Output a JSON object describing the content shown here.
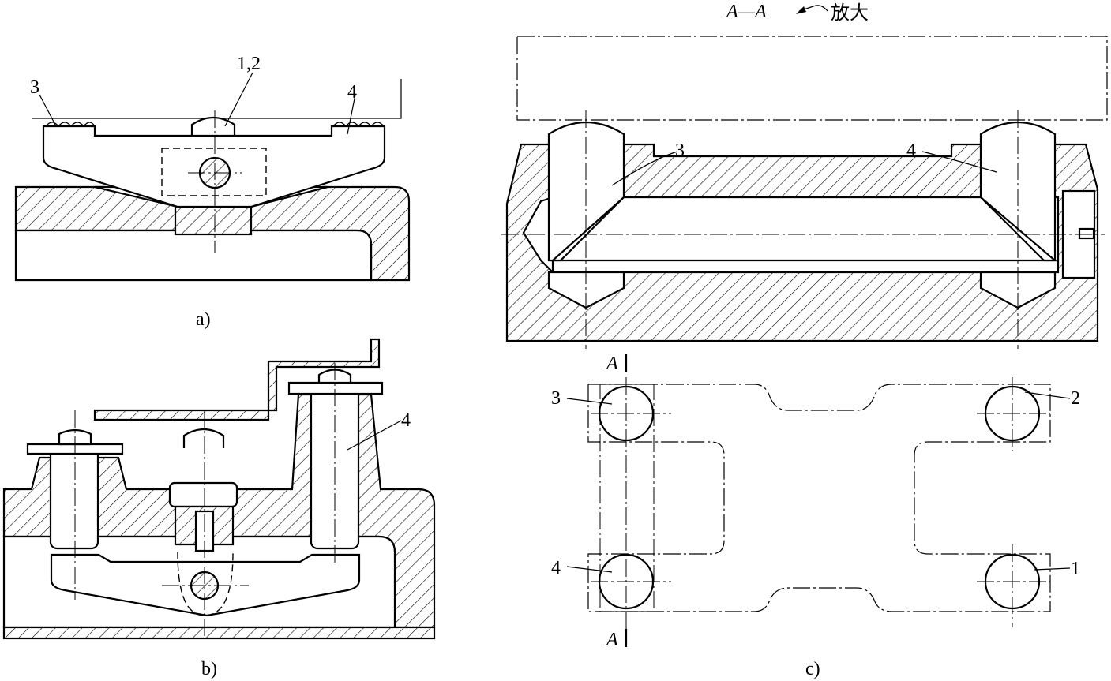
{
  "figure_a": {
    "caption": "a)",
    "labels": {
      "part_3": "3",
      "part_4": "4",
      "parts_1_2": "1,2"
    }
  },
  "figure_b": {
    "caption": "b)",
    "labels": {
      "part_4": "4"
    }
  },
  "figure_c": {
    "caption": "c)",
    "section_title": "A—A",
    "section_suffix": "放大",
    "section_marker_top": "A",
    "section_marker_bottom": "A",
    "labels": {
      "part_1": "1",
      "part_2": "2",
      "part_3": "3",
      "part_4": "4",
      "part_3_section": "3",
      "part_4_section": "4"
    }
  }
}
